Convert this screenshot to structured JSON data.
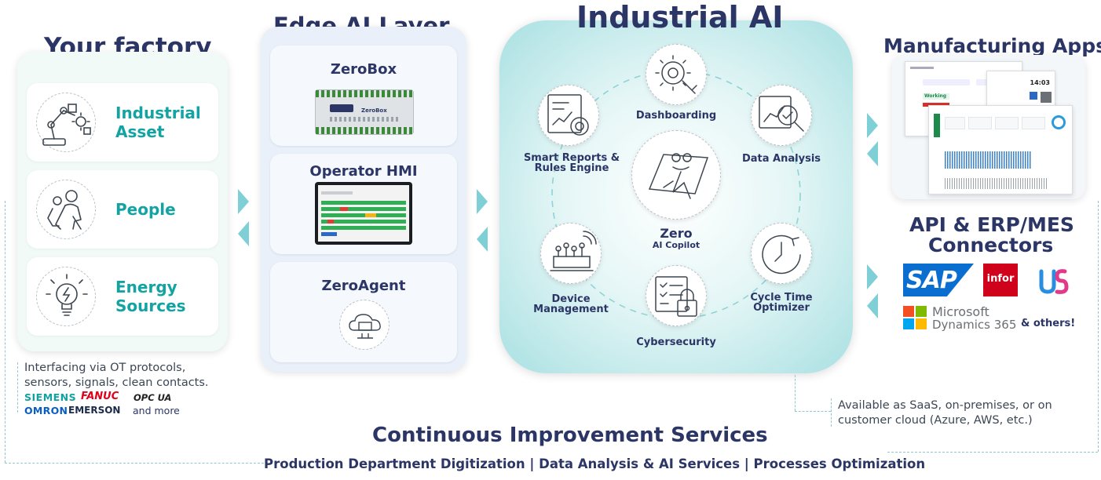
{
  "factory": {
    "title": "Your factory",
    "items": [
      {
        "label_line1": "Industrial",
        "label_line2": "Asset",
        "icon": "robot-arm-icon"
      },
      {
        "label_line1": "People",
        "label_line2": "",
        "icon": "people-icon"
      },
      {
        "label_line1": "Energy",
        "label_line2": "Sources",
        "icon": "lightbulb-icon"
      }
    ],
    "note_line1": "Interfacing via OT protocols,",
    "note_line2": "sensors, signals, clean contacts.",
    "brands": {
      "siemens": "SIEMENS",
      "fanuc": "FANUC",
      "opcua": "OPC UA",
      "omron": "OMRON",
      "emerson": "EMERSON",
      "more": "and more"
    }
  },
  "edge": {
    "title": "Edge AI Layer",
    "items": [
      {
        "label": "ZeroBox"
      },
      {
        "label": "Operator HMI"
      },
      {
        "label": "ZeroAgent"
      }
    ],
    "device_brand": "ZeroBox"
  },
  "ai": {
    "title": "Industrial AI",
    "center_line1": "Zero",
    "center_line2": "AI Copilot",
    "nodes": [
      {
        "line1": "Dashboarding",
        "line2": "",
        "icon": "gear-wrench-icon"
      },
      {
        "line1": "Data Analysis",
        "line2": "",
        "icon": "magnifier-chart-icon"
      },
      {
        "line1": "Cycle Time",
        "line2": "Optimizer",
        "icon": "clock-icon"
      },
      {
        "line1": "Cybersecurity",
        "line2": "",
        "icon": "padlock-icon"
      },
      {
        "line1": "Device",
        "line2": "Management",
        "icon": "factory-machine-icon"
      },
      {
        "line1": "Smart Reports &",
        "line2": "Rules Engine",
        "icon": "report-chart-icon"
      }
    ]
  },
  "apps": {
    "title": "Manufacturing Apps",
    "screen_time": "14:03",
    "screen_status": "Working"
  },
  "connectors": {
    "title_line1": "API & ERP/MES",
    "title_line2": "Connectors",
    "sap": "SAP",
    "infor": "infor",
    "microsoft_line1": "Microsoft",
    "microsoft_line2": "Dynamics 365",
    "others": "& others!"
  },
  "availability": {
    "line1": "Available as SaaS, on-premises, or on",
    "line2": "customer cloud (Azure, AWS, etc.)"
  },
  "services": {
    "title": "Continuous Improvement Services",
    "subtitle": "Production Department Digitization | Data Analysis & AI Services | Processes Optimization"
  },
  "colors": {
    "navy": "#2b3566",
    "teal": "#13a3a3",
    "arrow": "#7fcfd6",
    "sap_blue": "#0a6ed1",
    "infor_red": "#d0021b"
  }
}
